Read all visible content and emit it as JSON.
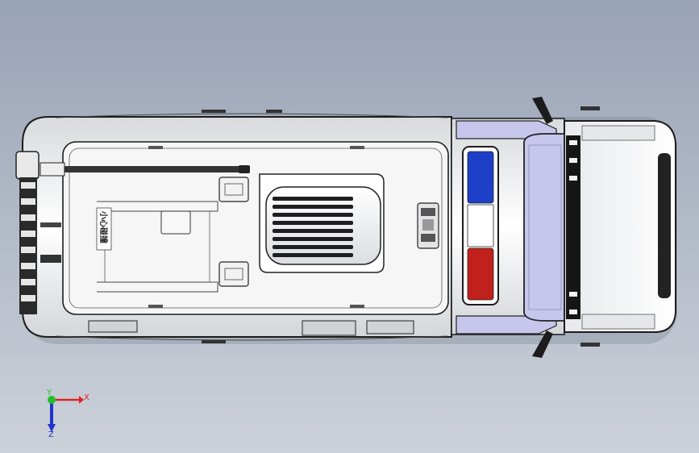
{
  "viewport": {
    "background_top": "#99a3b6",
    "background_bottom": "#ccd1d9"
  },
  "vehicle": {
    "view": "top",
    "body_color": "#f4f4f5",
    "outline_color": "#1c1c1c",
    "glass_color": "#c7c6ec",
    "roof_marking_text": "小心碰撞",
    "light_bar": {
      "segments": [
        {
          "name": "blue",
          "color": "#1e3fc7"
        },
        {
          "name": "white",
          "color": "#ffffff"
        },
        {
          "name": "red",
          "color": "#c1211c"
        }
      ]
    }
  },
  "triad": {
    "x_label": "X",
    "y_label": "Y",
    "z_label": "Z",
    "x_color": "#e02323",
    "y_color": "#22c02a",
    "z_color": "#2233cc"
  }
}
